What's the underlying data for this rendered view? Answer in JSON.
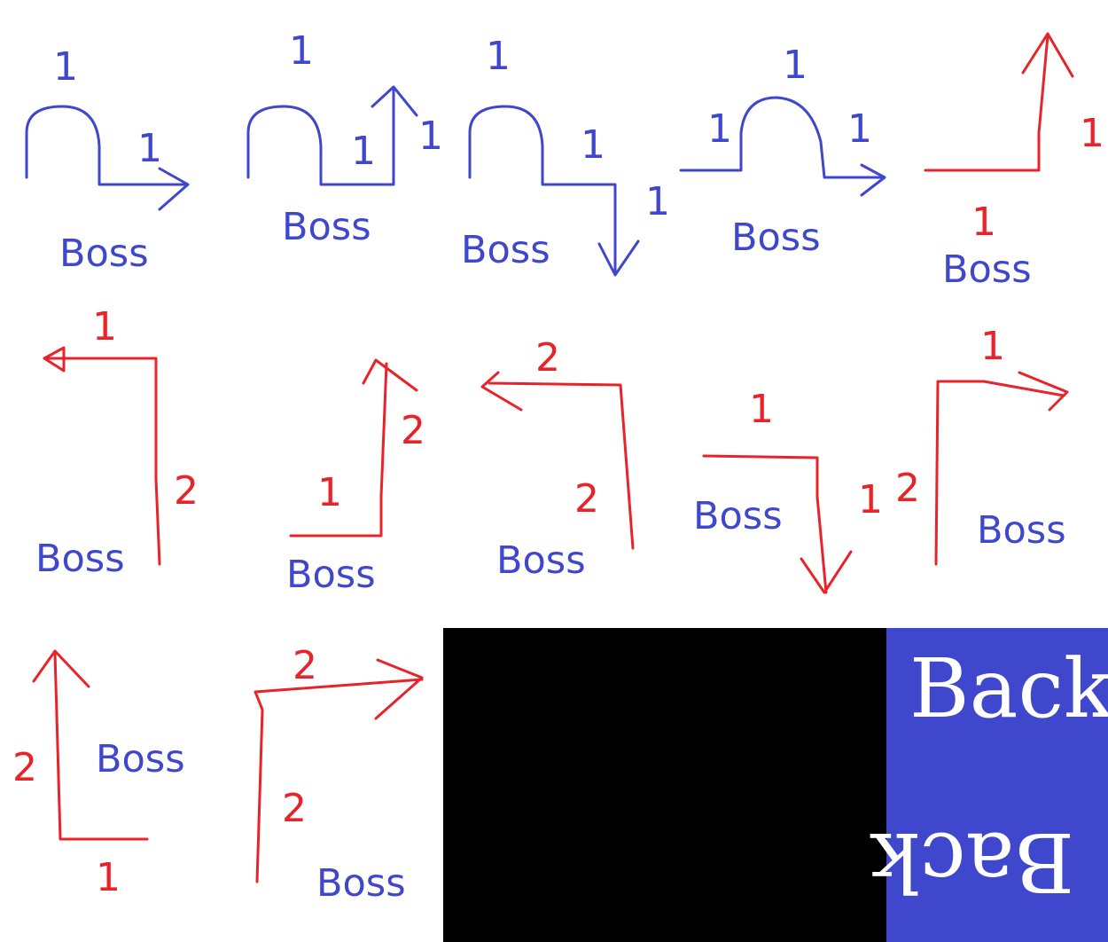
{
  "colors": {
    "blue": "#3f47cc",
    "red": "#e8232a",
    "black": "#000000",
    "panel_blue": "#3f48cc",
    "white": "#ffffff"
  },
  "tiles": [
    {
      "label": "Boss",
      "marks": [
        "1",
        "1"
      ]
    },
    {
      "label": "Boss",
      "marks": [
        "1",
        "1",
        "1"
      ]
    },
    {
      "label": "Boss",
      "marks": [
        "1",
        "1",
        "1"
      ]
    },
    {
      "label": "Boss",
      "marks": [
        "1",
        "1",
        "1"
      ]
    },
    {
      "label": "Boss",
      "marks": [
        "1",
        "1"
      ]
    },
    {
      "label": "Boss",
      "marks": [
        "1",
        "2"
      ]
    },
    {
      "label": "Boss",
      "marks": [
        "1",
        "2"
      ]
    },
    {
      "label": "Boss",
      "marks": [
        "2",
        "2"
      ]
    },
    {
      "label": "Boss",
      "marks": [
        "1",
        "1"
      ]
    },
    {
      "label": "Boss",
      "marks": [
        "1",
        "2"
      ]
    },
    {
      "label": "Boss",
      "marks": [
        "2",
        "1"
      ]
    },
    {
      "label": "Boss",
      "marks": [
        "2",
        "2"
      ]
    }
  ],
  "back_panel": {
    "top": "Back",
    "bottom": "Back"
  }
}
